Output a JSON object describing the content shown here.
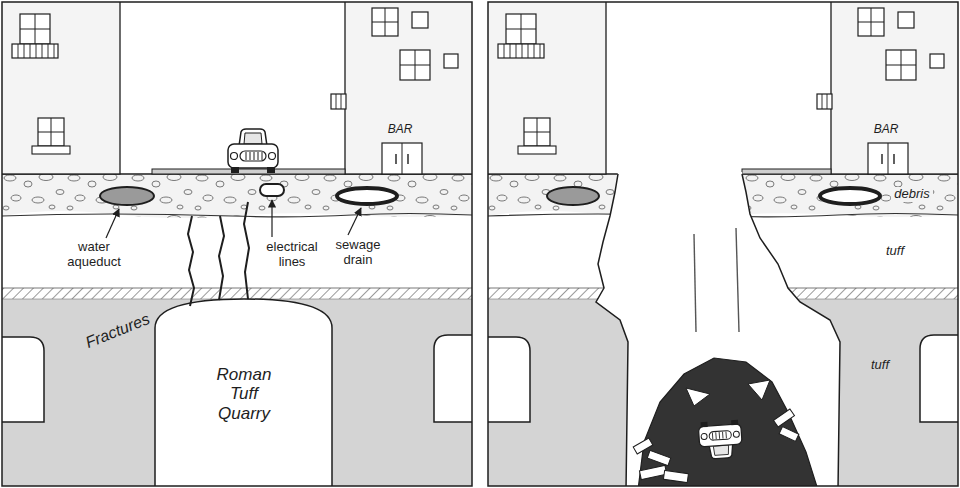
{
  "diagram": {
    "nodes": [
      {
        "text": [
          "Roman Tuff Quarry"
        ]
      }
    ],
    "labels": [
      "BAR",
      "water aqueduct",
      "electrical lines",
      "sewage drain",
      "Fractures",
      "BAR",
      "debris",
      "tuff",
      "tuff"
    ]
  }
}
